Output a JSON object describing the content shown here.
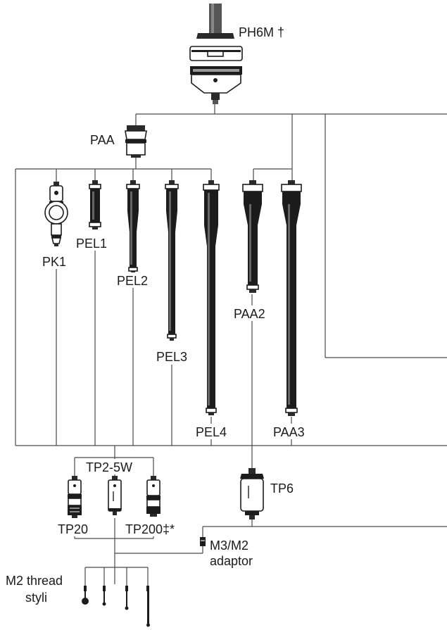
{
  "labels": {
    "ph6m": "PH6M †",
    "paa": "PAA",
    "pk1": "PK1",
    "pel1": "PEL1",
    "pel2": "PEL2",
    "pel3": "PEL3",
    "pel4": "PEL4",
    "paa2": "PAA2",
    "paa3": "PAA3",
    "tp2_5w": "TP2-5W",
    "tp6": "TP6",
    "tp20": "TP20",
    "tp200": "TP200‡*",
    "m3m2_line1": "M3/M2",
    "m3m2_line2": "adaptor",
    "m2_line1": "M2 thread",
    "m2_line2": "styli"
  }
}
